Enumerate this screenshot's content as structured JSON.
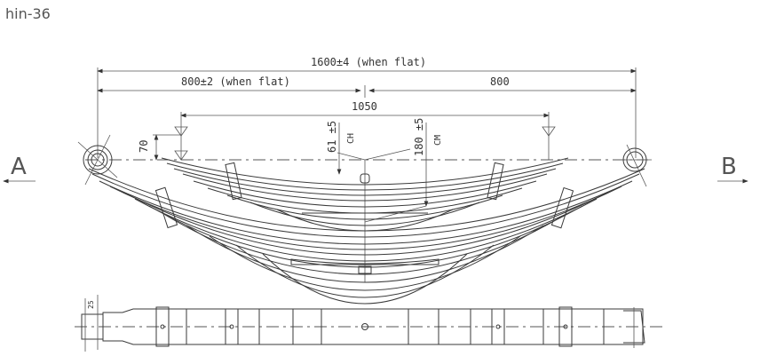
{
  "title": "hin-36",
  "drawing": {
    "type": "leaf-spring-assembly",
    "view_labels": {
      "left": "A",
      "right": "B"
    },
    "dimensions": {
      "overall_length": "1600±4 (when flat)",
      "left_half": "800±2 (when flat)",
      "right_half": "800",
      "helper_span": "1050",
      "helper_drop": "70",
      "main_camber": "61 ±5",
      "main_camber_tag": "CH",
      "helper_camber": "180 ±5",
      "helper_camber_tag": "CM",
      "eye_dim": "25"
    },
    "colors": {
      "line": "#3a3a3a",
      "text": "#333333",
      "background": "#ffffff"
    }
  }
}
